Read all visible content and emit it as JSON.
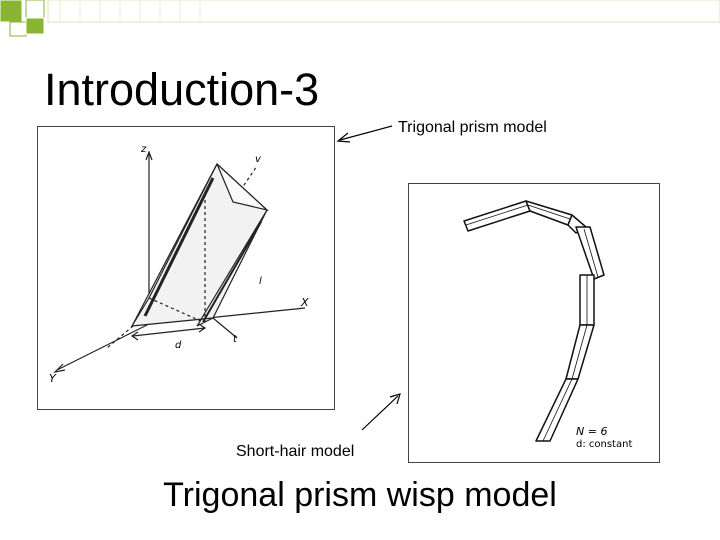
{
  "slide": {
    "title": "Introduction-3",
    "caption": "Trigonal prism wisp model"
  },
  "annotations": {
    "trigonal_prism_label": "Trigonal prism model",
    "short_hair_label": "Short-hair model"
  },
  "figure_left": {
    "axis_labels": {
      "z": "z",
      "v": "v",
      "x": "X",
      "y": "Y"
    },
    "dim_labels": {
      "l": "l",
      "d": "d",
      "t": "t"
    }
  },
  "figure_right": {
    "n_label": "N = 6",
    "d_label": "d: constant"
  },
  "colors": {
    "accent_green": "#8ab532",
    "deco_light": "#d7e4bd"
  }
}
